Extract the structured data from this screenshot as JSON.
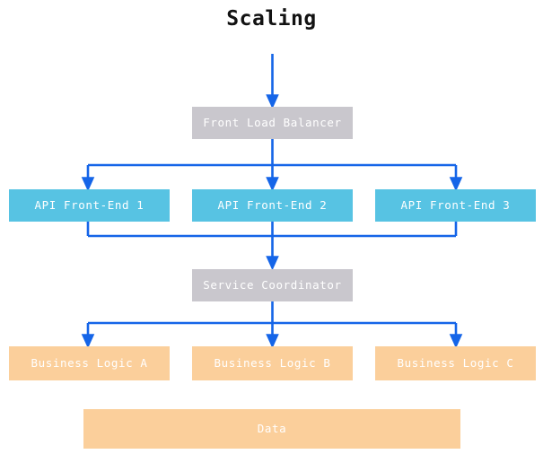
{
  "title": "Scaling",
  "theme": {
    "background": "#ffffff",
    "title_color": "#121212",
    "connector_color": "#1565e8",
    "node_text_color": "#ffffff",
    "gray_node": "#c9c7cd",
    "cyan_node": "#57c3e3",
    "orange_node": "#fbcf9b"
  },
  "diagram": {
    "type": "flowchart",
    "direction": "top-to-bottom",
    "tiers": [
      {
        "name": "load-balancer-tier",
        "nodes": [
          {
            "id": "front-load-balancer",
            "label": "Front Load Balancer",
            "style": "gray"
          }
        ]
      },
      {
        "name": "api-front-end-tier",
        "nodes": [
          {
            "id": "api-front-end-1",
            "label": "API Front-End 1",
            "style": "cyan"
          },
          {
            "id": "api-front-end-2",
            "label": "API Front-End 2",
            "style": "cyan"
          },
          {
            "id": "api-front-end-3",
            "label": "API Front-End 3",
            "style": "cyan"
          }
        ]
      },
      {
        "name": "service-coordinator-tier",
        "nodes": [
          {
            "id": "service-coordinator",
            "label": "Service Coordinator",
            "style": "gray"
          }
        ]
      },
      {
        "name": "business-logic-tier",
        "nodes": [
          {
            "id": "business-logic-a",
            "label": "Business Logic A",
            "style": "orange"
          },
          {
            "id": "business-logic-b",
            "label": "Business Logic B",
            "style": "orange"
          },
          {
            "id": "business-logic-c",
            "label": "Business Logic C",
            "style": "orange"
          }
        ]
      },
      {
        "name": "data-tier",
        "nodes": [
          {
            "id": "data",
            "label": "Data",
            "style": "orange"
          }
        ]
      }
    ],
    "nodes": {
      "front_load_balancer": "Front Load Balancer",
      "api_front_end_1": "API Front-End 1",
      "api_front_end_2": "API Front-End 2",
      "api_front_end_3": "API Front-End 3",
      "service_coordinator": "Service Coordinator",
      "business_logic_a": "Business Logic A",
      "business_logic_b": "Business Logic B",
      "business_logic_c": "Business Logic C",
      "data": "Data"
    },
    "edges": [
      {
        "from": "external-ingress",
        "to": "front-load-balancer",
        "arrow": true
      },
      {
        "from": "front-load-balancer",
        "to": "api-front-end-1",
        "arrow": true
      },
      {
        "from": "front-load-balancer",
        "to": "api-front-end-2",
        "arrow": true
      },
      {
        "from": "front-load-balancer",
        "to": "api-front-end-3",
        "arrow": true
      },
      {
        "from": "api-front-end-1",
        "to": "service-coordinator",
        "arrow": true
      },
      {
        "from": "api-front-end-2",
        "to": "service-coordinator",
        "arrow": true
      },
      {
        "from": "api-front-end-3",
        "to": "service-coordinator",
        "arrow": true
      },
      {
        "from": "service-coordinator",
        "to": "business-logic-a",
        "arrow": true
      },
      {
        "from": "service-coordinator",
        "to": "business-logic-b",
        "arrow": true
      },
      {
        "from": "service-coordinator",
        "to": "business-logic-c",
        "arrow": true
      }
    ]
  }
}
